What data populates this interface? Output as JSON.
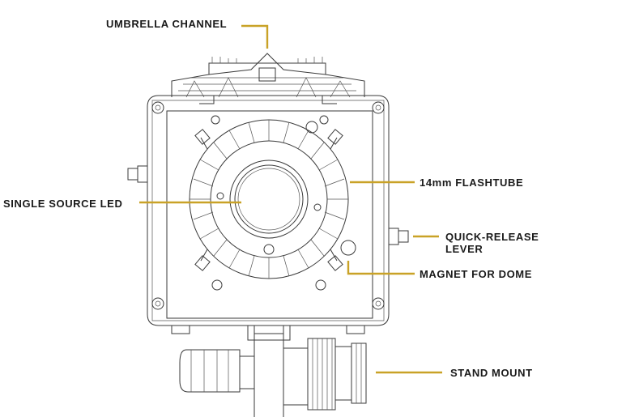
{
  "colors": {
    "leader_line": "#c9a227",
    "drawing_stroke": "#3a3a3a",
    "label_text": "#1a1a1a"
  },
  "labels": {
    "umbrella_channel": "UMBRELLA CHANNEL",
    "flashtube": "14mm FLASHTUBE",
    "single_source_led": "SINGLE SOURCE LED",
    "quick_release_line1": "QUICK-RELEASE",
    "quick_release_line2": "LEVER",
    "magnet_for_dome": "MAGNET FOR DOME",
    "stand_mount": "STAND MOUNT"
  }
}
